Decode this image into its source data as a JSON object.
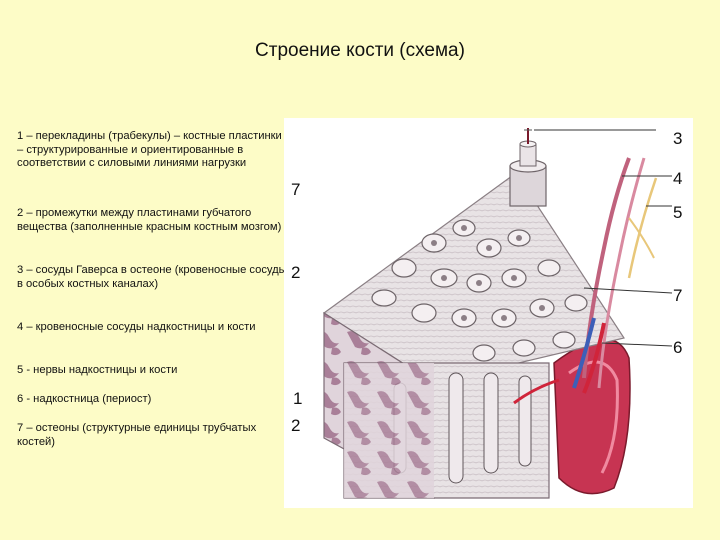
{
  "title": "Строение кости (схема)",
  "legend": [
    {
      "text": "1 – перекладины (трабекулы) – костные пластинки – структурированные и ориентированные в соответствии с силовыми линиями нагрузки"
    },
    {
      "text": "2 – промежутки между пластинами губчатого вещества (заполненные красным костным мозгом)"
    },
    {
      "text": "3 – сосуды Гаверса в остеоне (кровеносные сосуды в особых костных каналах)"
    },
    {
      "text": "4 – кровеносные сосуды надкостницы и кости"
    },
    {
      "text": "5 - нервы надкостницы и кости"
    },
    {
      "text": "6 - надкостница (периост)"
    },
    {
      "text": "7 – остеоны (структурные единицы трубчатых костей)"
    }
  ],
  "callouts": {
    "right": [
      "3",
      "4",
      "5",
      "7",
      "6"
    ],
    "left": [
      "7",
      "2",
      "1",
      "2"
    ]
  },
  "colors": {
    "background": "#fdfcc7",
    "bone": "#e6e0e2",
    "marrow": "#b99aab",
    "periosteum": "#d23b5a",
    "vessel_red": "#d0243a",
    "vessel_blue": "#3d5fb8",
    "nerve": "#e8c77a"
  }
}
